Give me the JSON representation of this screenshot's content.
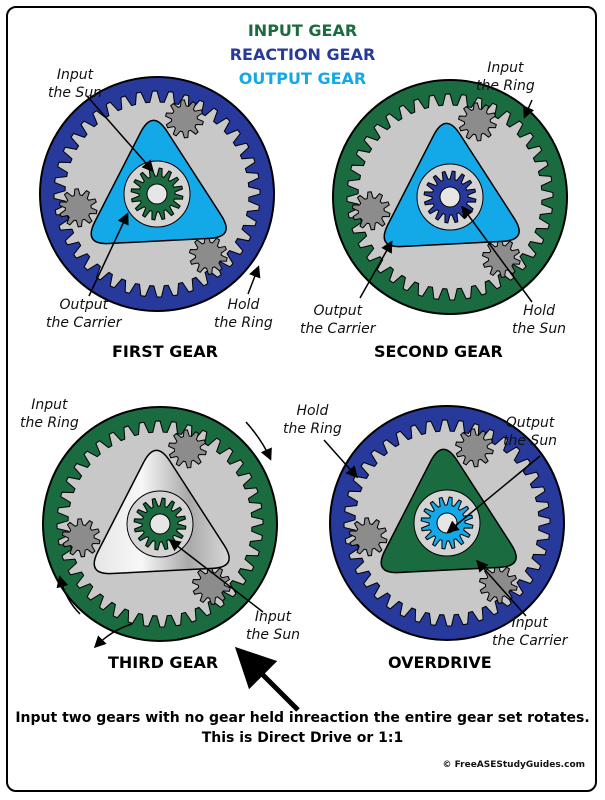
{
  "legend": {
    "input_gear": "INPUT GEAR",
    "reaction_gear": "REACTION GEAR",
    "output_gear": "OUTPUT GEAR",
    "colors": {
      "input": "#1a6b3f",
      "reaction": "#27399b",
      "output": "#13a9e8"
    }
  },
  "panels": [
    {
      "title": "FIRST GEAR",
      "callouts": [
        "Input\nthe Sun",
        "Output\nthe Carrier",
        "Hold\nthe Ring"
      ]
    },
    {
      "title": "SECOND GEAR",
      "callouts": [
        "Input\nthe Ring",
        "Output\nthe Carrier",
        "Hold\nthe Sun"
      ]
    },
    {
      "title": "THIRD GEAR",
      "callouts": [
        "Input\nthe Ring",
        "Input\nthe Sun"
      ]
    },
    {
      "title": "OVERDRIVE",
      "callouts": [
        "Hold\nthe Ring",
        "Output\nthe Sun",
        "Input\nthe Carrier"
      ]
    }
  ],
  "caption": {
    "line1": "Input two gears with no gear held inreaction the entire gear set rotates.",
    "line2": "This is Direct Drive or 1:1"
  },
  "copyright": "© FreeASEStudyGuides.com"
}
